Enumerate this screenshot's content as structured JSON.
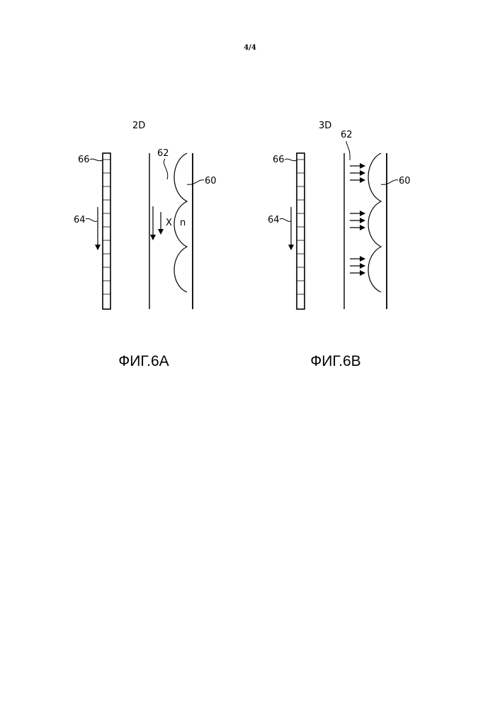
{
  "page": {
    "number": "4/4"
  },
  "figures": {
    "fig_a": {
      "mode_label": "2D",
      "caption": "ФИГ.6А",
      "ref_66": "66",
      "ref_64": "64",
      "ref_62": "62",
      "ref_60": "60",
      "label_x": "X",
      "label_n": "n"
    },
    "fig_b": {
      "mode_label": "3D",
      "caption": "ФИГ.6В",
      "ref_66": "66",
      "ref_64": "64",
      "ref_62": "62",
      "ref_60": "60"
    }
  }
}
